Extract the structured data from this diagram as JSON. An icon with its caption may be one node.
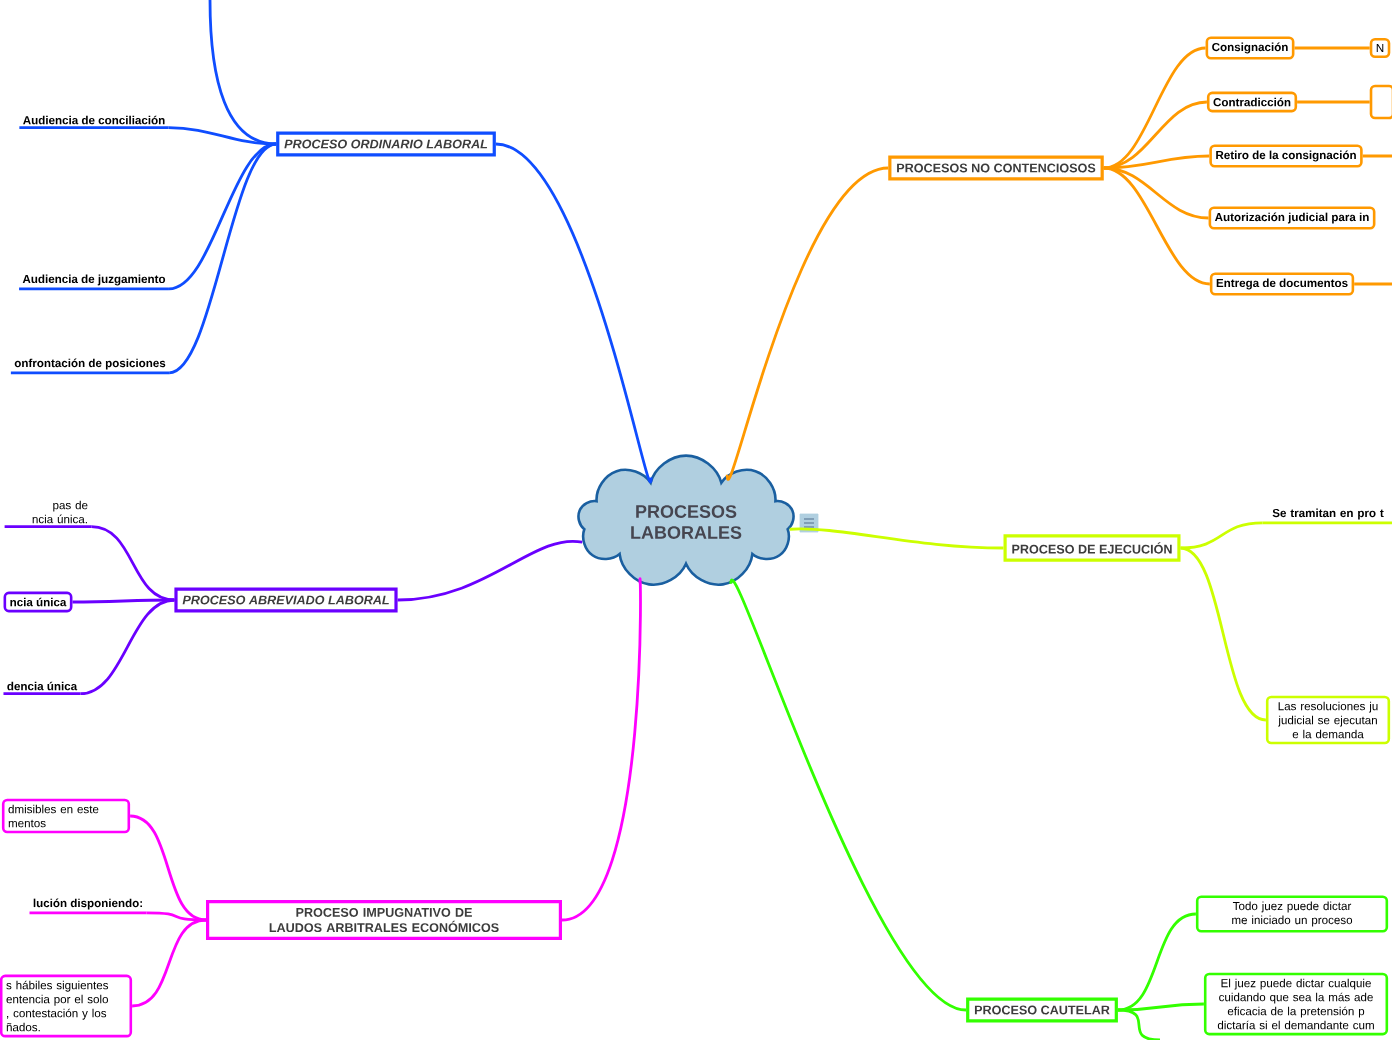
{
  "diagram": {
    "nodes": [
      {
        "text": [
          "PROCESOS LABORALES"
        ]
      },
      {
        "text": [
          "PROCESO ORDINARIO LABORAL"
        ]
      },
      {
        "text": [
          "Audiencia de conciliación"
        ]
      },
      {
        "text": [
          "Audiencia de juzgamiento"
        ]
      },
      {
        "text": [
          "onfrontación de posiciones"
        ]
      },
      {
        "text": [
          "PROCESO ABREVIADO LABORAL"
        ]
      },
      {
        "text": [
          "pas de ncia única."
        ]
      },
      {
        "text": [
          "ncia única"
        ]
      },
      {
        "text": [
          "dencia única"
        ]
      },
      {
        "text": [
          "PROCESO IMPUGNATIVO DE LAUDOS ARBITRALES ECONÓMICOS"
        ]
      },
      {
        "text": [
          "dmisibles en este mentos"
        ]
      },
      {
        "text": [
          "lución disponiendo:"
        ]
      },
      {
        "text": [
          "s hábiles siguientes entencia por el solo , contestación y los ñados."
        ]
      },
      {
        "text": [
          "PROCESOS NO CONTENCIOSOS"
        ]
      },
      {
        "text": [
          "Consignación"
        ]
      },
      {
        "text": [
          "Contradicción"
        ]
      },
      {
        "text": [
          "Retiro de la consignación"
        ]
      },
      {
        "text": [
          "Autorización judicial para in"
        ]
      },
      {
        "text": [
          "Entrega de documentos"
        ]
      },
      {
        "text": [
          "N"
        ]
      },
      {
        "text": [],
        "shape": "box"
      },
      {
        "text": [
          "PROCESO DE EJECUCIÓN"
        ]
      },
      {
        "text": [
          "Se tramitan en pro t"
        ]
      },
      {
        "text": [
          "Las resoluciones ju judicial se ejecutan e la demanda"
        ]
      },
      {
        "text": [
          "PROCESO CAUTELAR"
        ]
      },
      {
        "text": [
          "Todo juez puede dictar me iniciado un proceso"
        ]
      },
      {
        "text": [
          "El juez puede dictar cualquie cuidando que sea la más ade eficacia de la pretensión p dictaría si el demandante cum"
        ]
      }
    ],
    "edges": [
      {
        "from": 0,
        "to": 1,
        "arrow": "none",
        "color": "#0f4dff"
      },
      {
        "from": 1,
        "to": null,
        "arrow": "none",
        "color": "#0f4dff"
      },
      {
        "from": 1,
        "to": 2,
        "arrow": "none",
        "color": "#0f4dff"
      },
      {
        "from": 1,
        "to": 3,
        "arrow": "none",
        "color": "#0f4dff"
      },
      {
        "from": 1,
        "to": 4,
        "arrow": "none",
        "color": "#0f4dff"
      },
      {
        "from": 0,
        "to": 5,
        "arrow": "none",
        "color": "#6a00ff"
      },
      {
        "from": 5,
        "to": 6,
        "arrow": "none",
        "color": "#6a00ff"
      },
      {
        "from": 5,
        "to": 7,
        "arrow": "none",
        "color": "#6a00ff"
      },
      {
        "from": 5,
        "to": 8,
        "arrow": "none",
        "color": "#6a00ff"
      },
      {
        "from": 0,
        "to": 9,
        "arrow": "none",
        "color": "#ff00ff"
      },
      {
        "from": 9,
        "to": 10,
        "arrow": "none",
        "color": "#ff00ff"
      },
      {
        "from": 9,
        "to": 11,
        "arrow": "none",
        "color": "#ff00ff"
      },
      {
        "from": 9,
        "to": 12,
        "arrow": "none",
        "color": "#ff00ff"
      },
      {
        "from": 0,
        "to": 13,
        "arrow": "none",
        "color": "#ff9900"
      },
      {
        "from": 13,
        "to": 14,
        "arrow": "none",
        "color": "#ff9900"
      },
      {
        "from": 13,
        "to": 15,
        "arrow": "none",
        "color": "#ff9900"
      },
      {
        "from": 13,
        "to": 16,
        "arrow": "none",
        "color": "#ff9900"
      },
      {
        "from": 13,
        "to": 17,
        "arrow": "none",
        "color": "#ff9900"
      },
      {
        "from": 13,
        "to": 18,
        "arrow": "none",
        "color": "#ff9900"
      },
      {
        "from": 14,
        "to": 19,
        "arrow": "none",
        "color": "#ff9900"
      },
      {
        "from": 15,
        "to": 20,
        "arrow": "none",
        "color": "#ff9900"
      },
      {
        "from": 16,
        "to": null,
        "arrow": "none",
        "color": "#ff9900"
      },
      {
        "from": 18,
        "to": null,
        "arrow": "none",
        "color": "#ff9900"
      },
      {
        "from": 0,
        "to": 21,
        "arrow": "none",
        "color": "#ccff00"
      },
      {
        "from": 21,
        "to": 22,
        "arrow": "none",
        "color": "#ccff00"
      },
      {
        "from": 21,
        "to": 23,
        "arrow": "none",
        "color": "#ccff00"
      },
      {
        "from": 0,
        "to": 24,
        "arrow": "none",
        "color": "#33ff00"
      },
      {
        "from": 24,
        "to": 25,
        "arrow": "none",
        "color": "#33ff00"
      },
      {
        "from": 24,
        "to": 26,
        "arrow": "none",
        "color": "#33ff00"
      },
      {
        "from": 24,
        "to": null,
        "arrow": "none",
        "color": "#33ff00"
      }
    ]
  }
}
